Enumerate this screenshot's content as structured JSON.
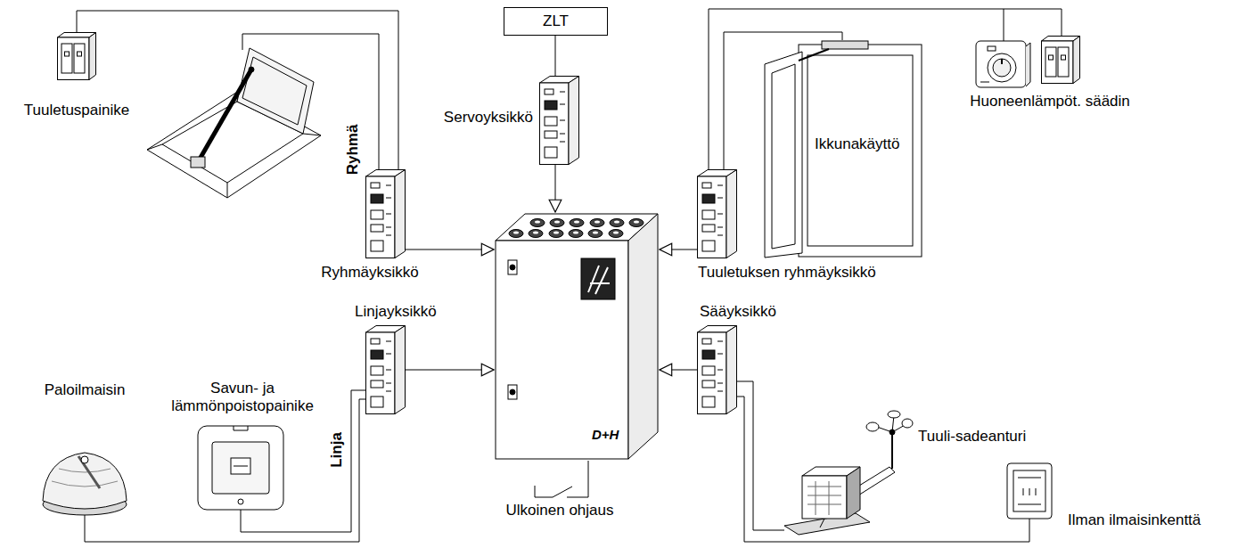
{
  "diagram": {
    "nodes": [
      {
        "text": [
          "ZLT"
        ]
      },
      {
        "text": [
          "Servoyksikkö"
        ]
      },
      {
        "text": [
          "D+H"
        ]
      },
      {
        "text": [
          "Tuuletuspainike"
        ]
      },
      {
        "text": [
          "Ryhmäyksikkö"
        ]
      },
      {
        "text": [
          "Ikkunakäyttö"
        ]
      },
      {
        "text": [
          "Huoneenlämpöt. säädin"
        ]
      },
      {
        "text": [
          "Tuuletuksen ryhmäyksikkö"
        ]
      },
      {
        "text": [
          "Linjayksikkö"
        ]
      },
      {
        "text": [
          "Paloilmaisin"
        ]
      },
      {
        "text": [
          "Savun- ja lämmönpoistopainike"
        ]
      },
      {
        "text": [
          "Sääyksikkö"
        ]
      },
      {
        "text": [
          "Tuuli-sadeanturi"
        ]
      },
      {
        "text": [
          "Ilman ilmaisinkenttä"
        ]
      },
      {
        "text": [
          "Ulkoinen ohjaus"
        ]
      }
    ],
    "edges": [
      {
        "from": 0,
        "to": 1,
        "arrow": "none"
      },
      {
        "from": 1,
        "to": 2,
        "arrow": "to"
      },
      {
        "from": 3,
        "to": 4,
        "arrow": "none"
      },
      {
        "from": 4,
        "to": 2,
        "arrow": "to"
      },
      {
        "from": 5,
        "to": 7,
        "arrow": "none"
      },
      {
        "from": 6,
        "to": 7,
        "arrow": "none"
      },
      {
        "from": 7,
        "to": 2,
        "arrow": "to"
      },
      {
        "from": 9,
        "to": 8,
        "arrow": "none"
      },
      {
        "from": 10,
        "to": 8,
        "arrow": "none"
      },
      {
        "from": 8,
        "to": 2,
        "arrow": "to"
      },
      {
        "from": 12,
        "to": 11,
        "arrow": "none"
      },
      {
        "from": 13,
        "to": 11,
        "arrow": "none"
      },
      {
        "from": 11,
        "to": 2,
        "arrow": "to"
      },
      {
        "from": 2,
        "to": 14,
        "arrow": "none"
      }
    ],
    "labels": [
      "Ryhmä",
      "Linja"
    ]
  }
}
